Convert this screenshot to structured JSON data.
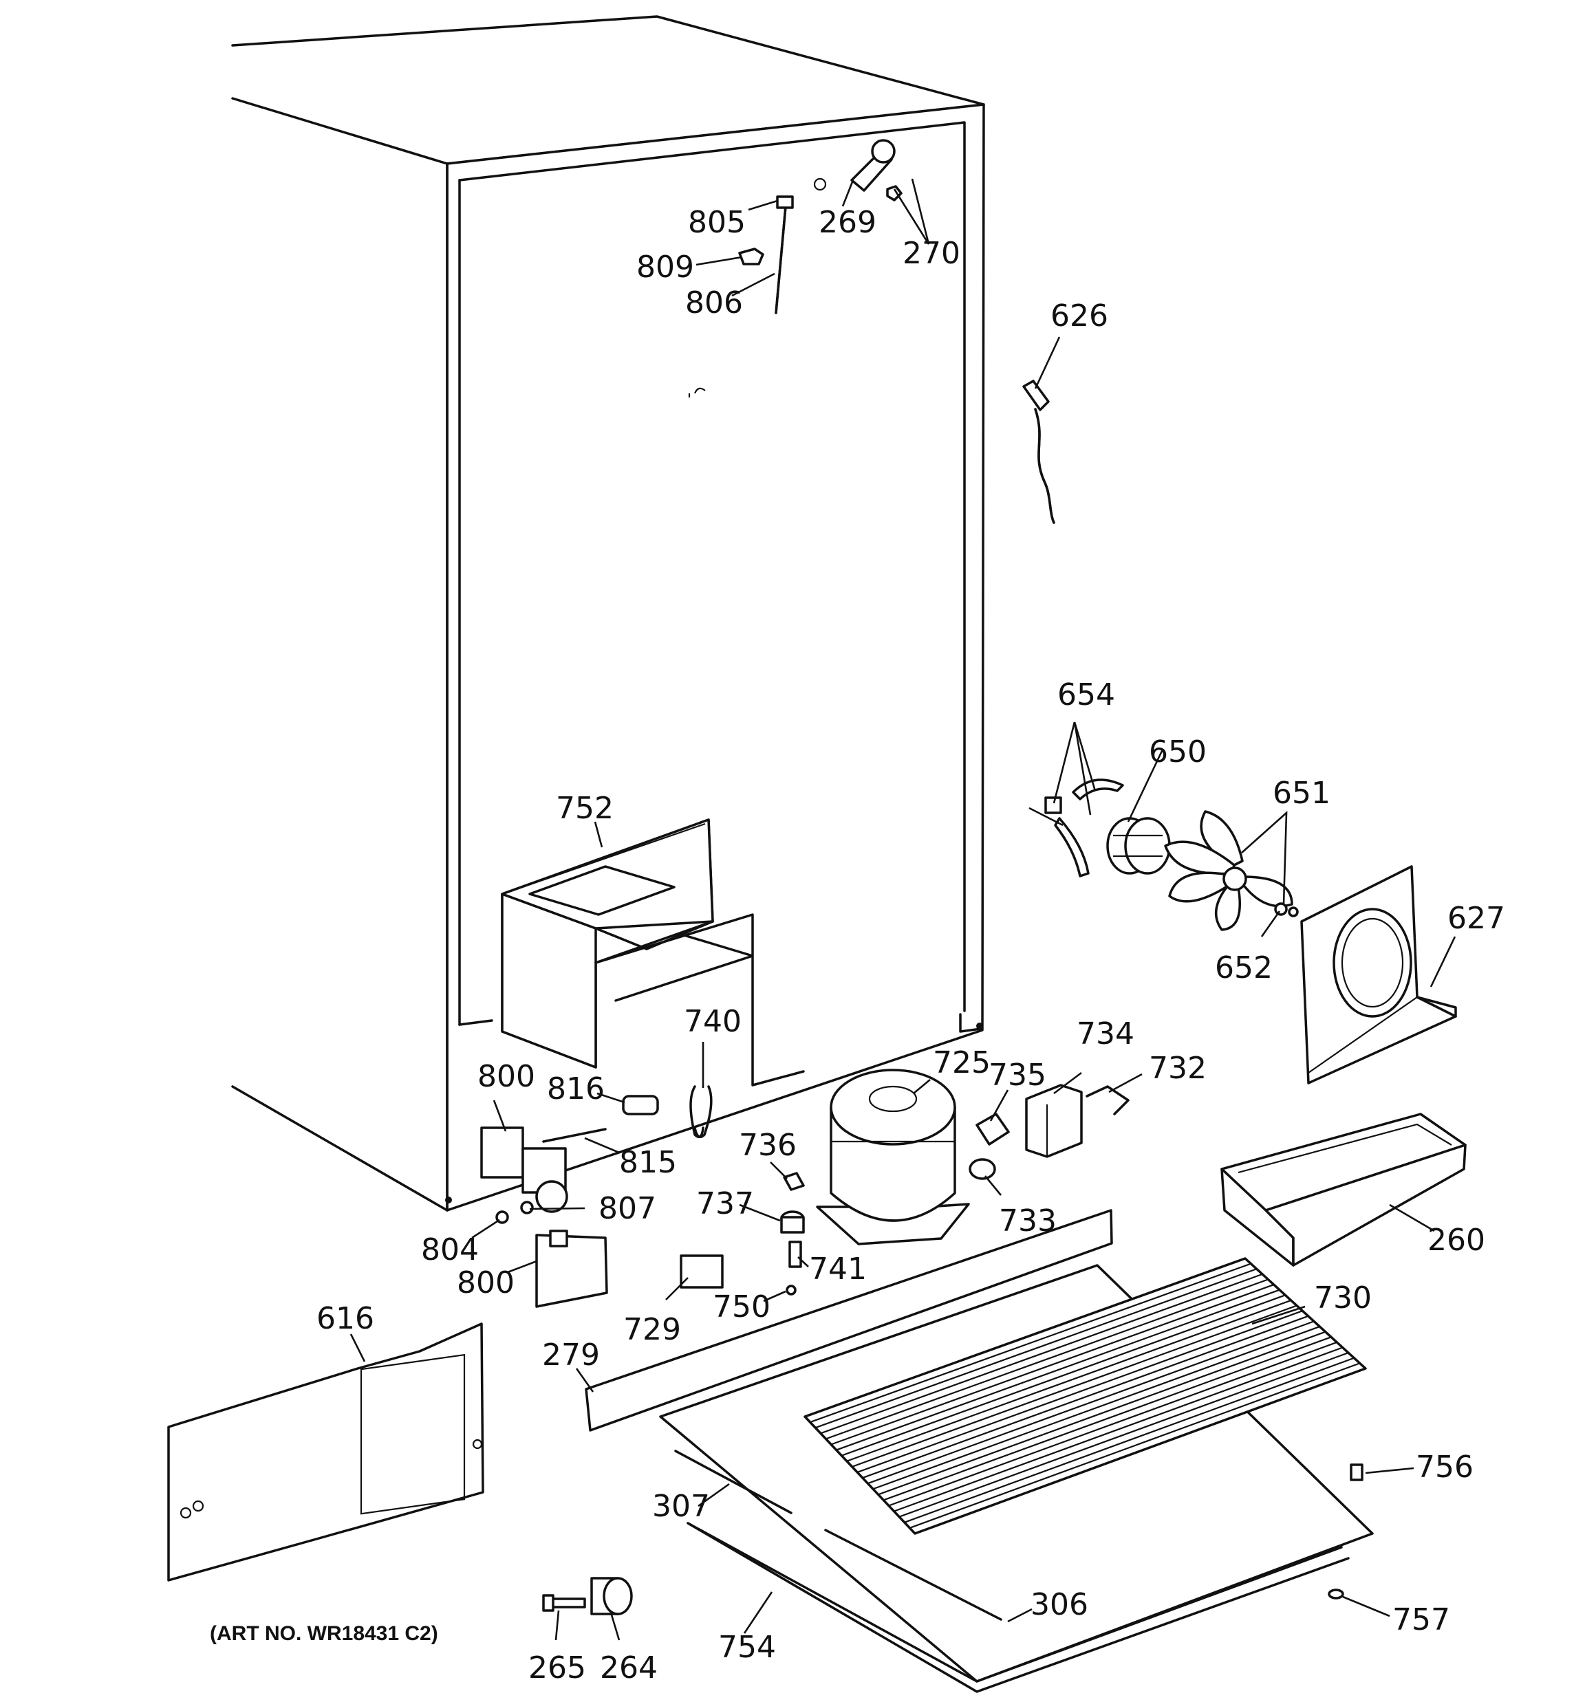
{
  "caption": "(ART NO. WR18431 C2)",
  "labels": {
    "l805": "805",
    "l809": "809",
    "l806": "806",
    "l269": "269",
    "l270": "270",
    "l626": "626",
    "l654": "654",
    "l650": "650",
    "l651": "651",
    "l652": "652",
    "l627": "627",
    "l752": "752",
    "l740": "740",
    "l725": "725",
    "l735": "735",
    "l734": "734",
    "l732": "732",
    "l800a": "800",
    "l816": "816",
    "l815": "815",
    "l736": "736",
    "l807": "807",
    "l737": "737",
    "l733": "733",
    "l260": "260",
    "l804": "804",
    "l800b": "800",
    "l741": "741",
    "l729": "729",
    "l750": "750",
    "l730": "730",
    "l616": "616",
    "l279": "279",
    "l756": "756",
    "l307": "307",
    "l306": "306",
    "l757": "757",
    "l754": "754",
    "l265": "265",
    "l264": "264"
  }
}
